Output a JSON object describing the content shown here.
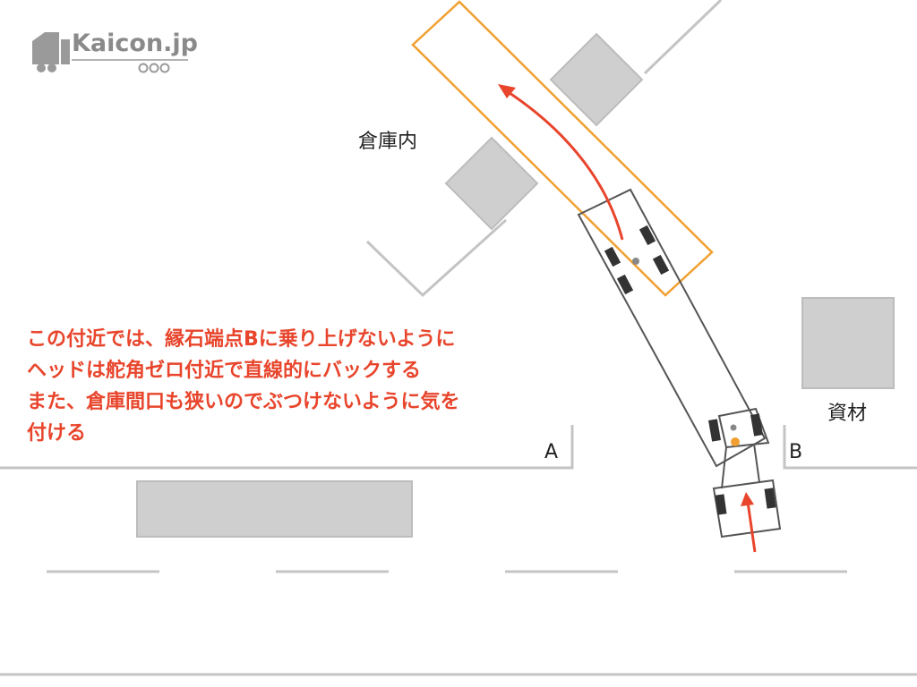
{
  "logo": {
    "text": "Kaicon.jp"
  },
  "labels": {
    "warehouse": "倉庫内",
    "materials": "資材",
    "point_a": "A",
    "point_b": "B"
  },
  "note": {
    "lines": [
      "この付近では、縁石端点Bに乗り上げないように",
      "ヘッドは舵角ゼロ付近で直線的にバックする",
      "また、倉庫間口も狭いのでぶつけないように気を",
      "付ける"
    ]
  },
  "colors": {
    "accent_red": "#e8452c",
    "guide_orange": "#f0a030",
    "block_gray": "#cfcfcf",
    "outline_gray": "#c4c4c4",
    "trailer_outline": "#555555",
    "tire": "#333333",
    "marker_orange": "#f0a030",
    "marker_gray": "#888888"
  }
}
